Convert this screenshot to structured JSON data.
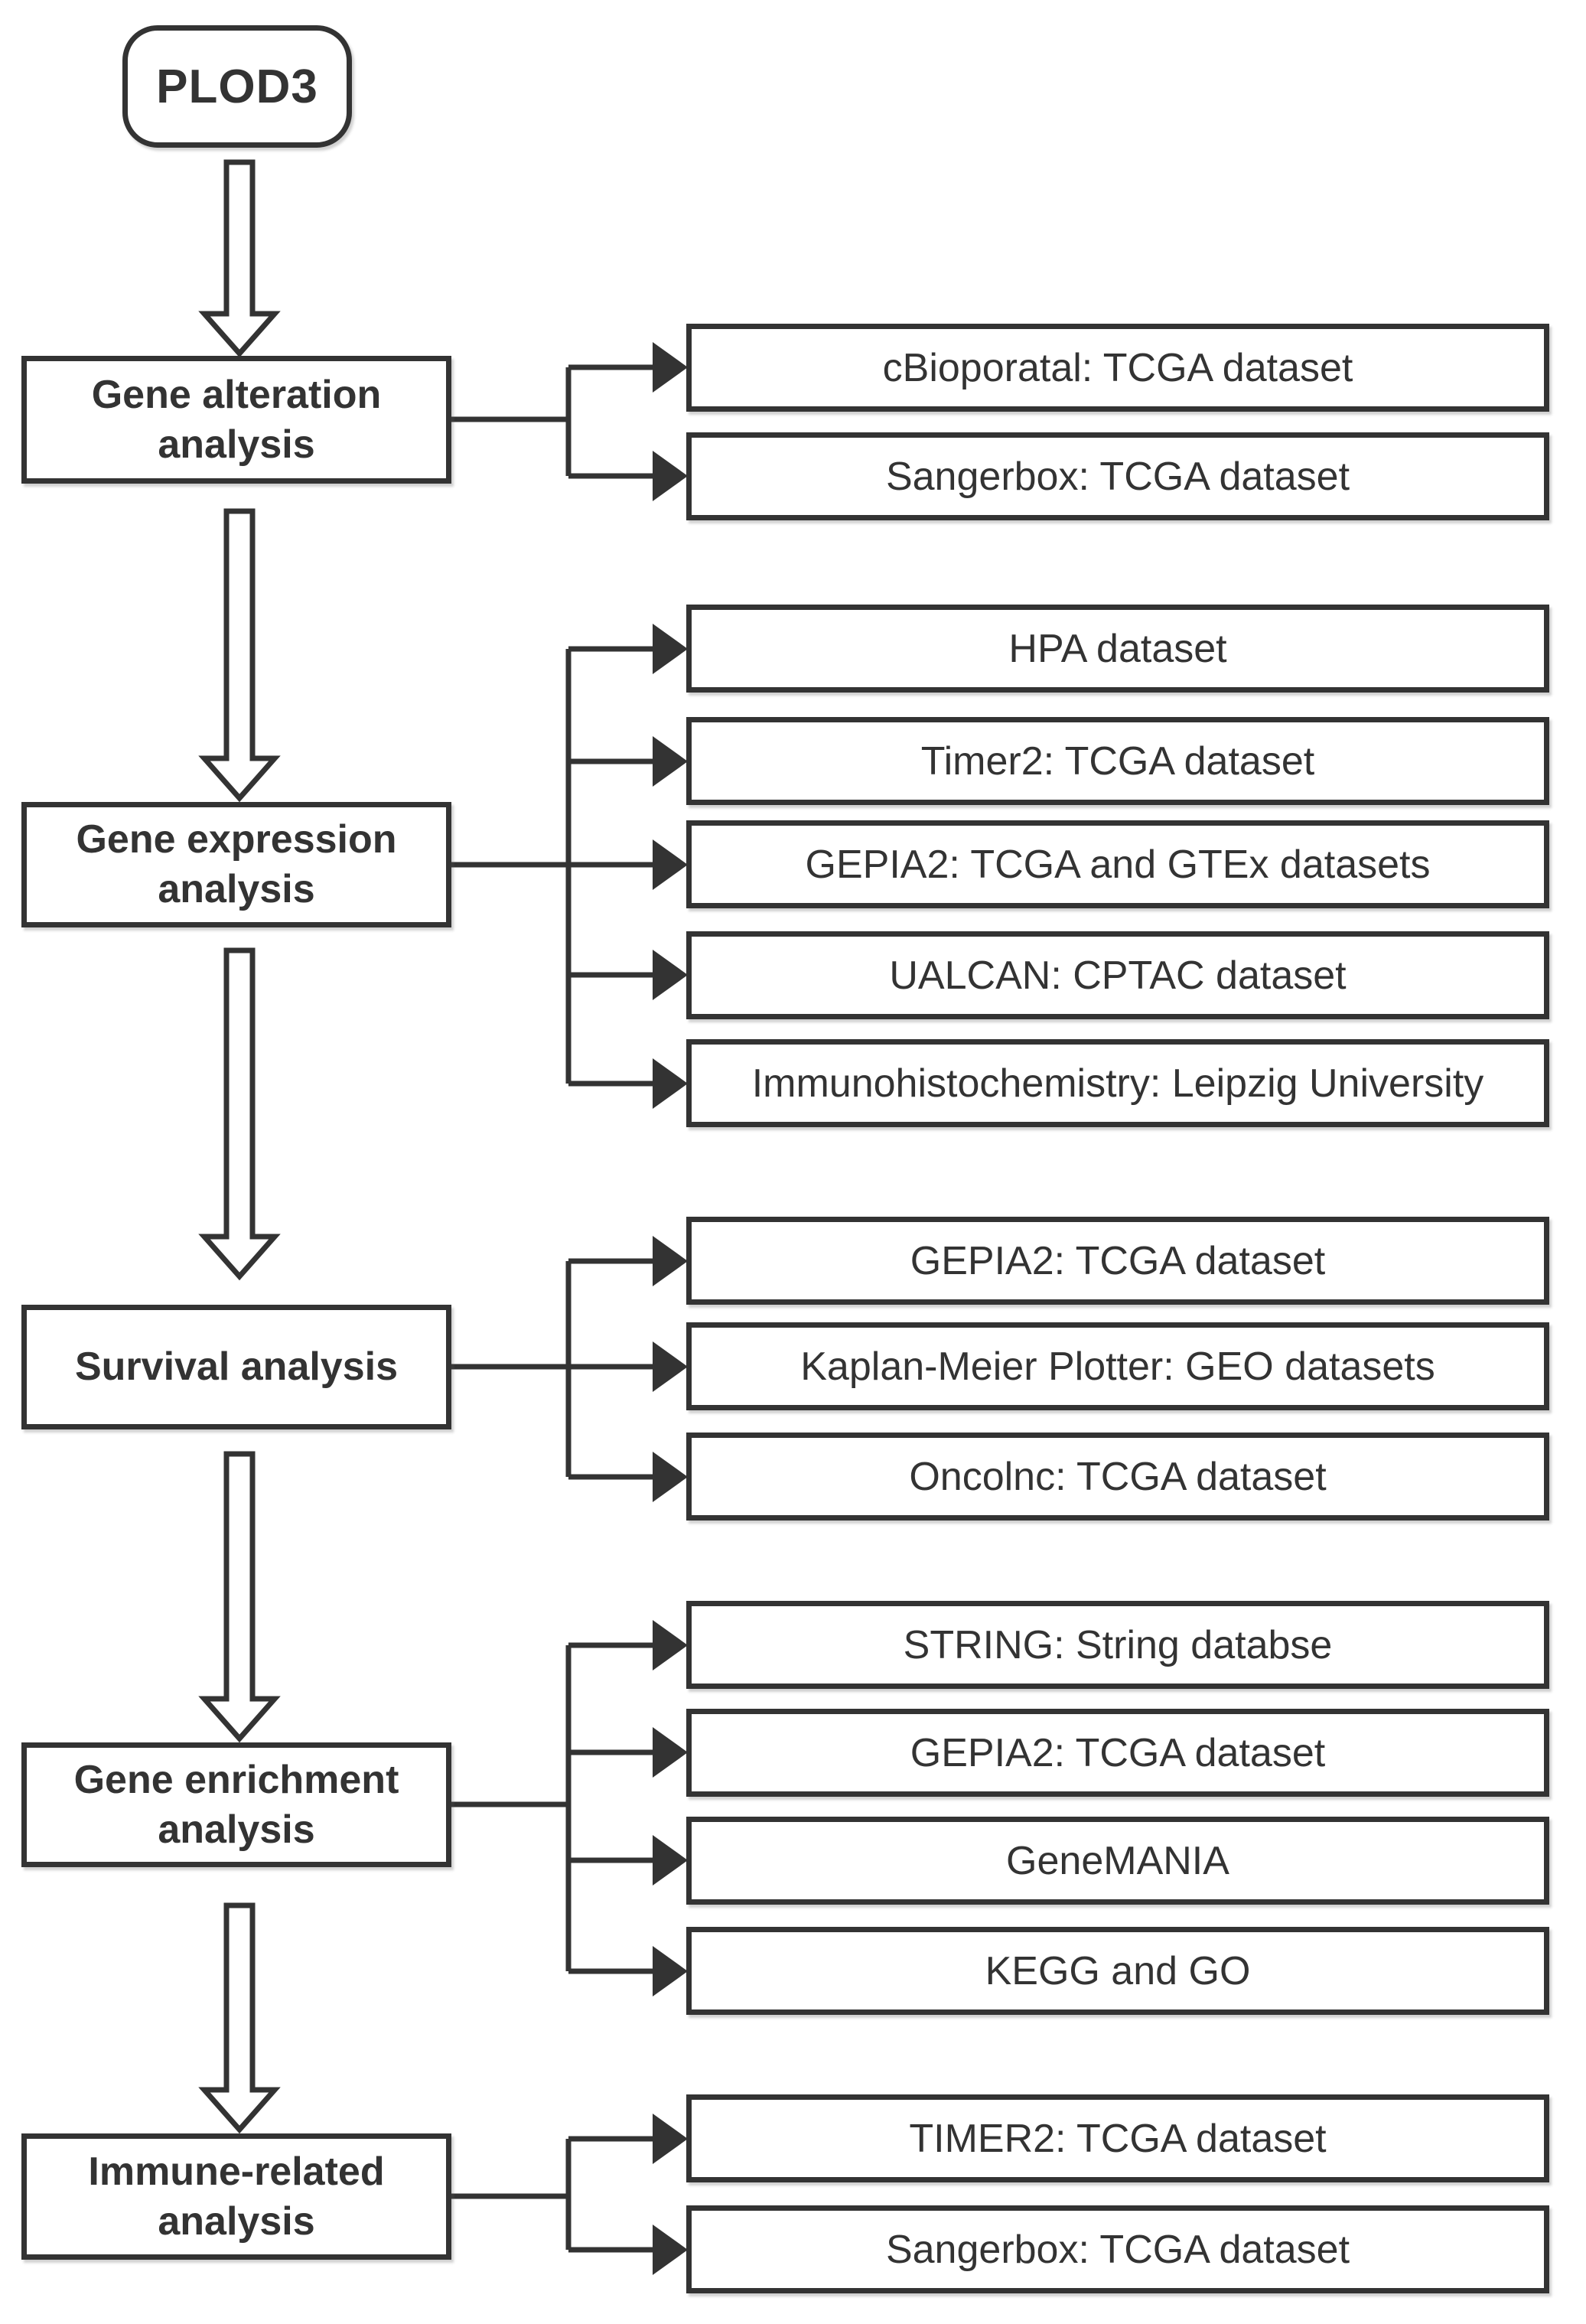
{
  "diagram_title": "PLOD3 analysis workflow flowchart",
  "colors": {
    "line": "#333333",
    "text": "#333333",
    "box_background": "#ffffff"
  },
  "start": {
    "label": "PLOD3"
  },
  "stages": [
    {
      "label": "Gene alteration analysis",
      "outputs": [
        "cBioporatal: TCGA dataset",
        "Sangerbox: TCGA dataset"
      ]
    },
    {
      "label": "Gene expression analysis",
      "outputs": [
        "HPA dataset",
        "Timer2: TCGA dataset",
        "GEPIA2: TCGA and GTEx datasets",
        "UALCAN: CPTAC dataset",
        "Immunohistochemistry: Leipzig University"
      ]
    },
    {
      "label": "Survival analysis",
      "outputs": [
        "GEPIA2: TCGA dataset",
        "Kaplan-Meier Plotter: GEO datasets",
        "Oncolnc: TCGA dataset"
      ]
    },
    {
      "label": "Gene enrichment analysis",
      "outputs": [
        "STRING: String databse",
        "GEPIA2: TCGA dataset",
        "GeneMANIA",
        "KEGG and GO"
      ]
    },
    {
      "label": "Immune-related analysis",
      "outputs": [
        "TIMER2: TCGA dataset",
        "Sangerbox: TCGA dataset"
      ]
    }
  ]
}
